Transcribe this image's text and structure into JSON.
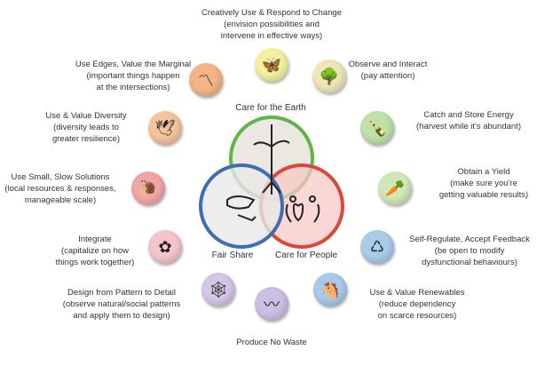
{
  "ethics": {
    "earth": "Care for the Earth",
    "fair": "Fair Share",
    "people": "Care for People"
  },
  "principles": [
    {
      "title": "Creatively Use & Respond to Change",
      "sub": [
        "(envision possibilities and",
        "intervene in effective ways)"
      ],
      "icon": "butterfly-icon",
      "color": "#f3f0a0"
    },
    {
      "title": "Observe and Interact",
      "sub": [
        "(pay attention)"
      ],
      "icon": "tree-icon",
      "color": "#eee6b8"
    },
    {
      "title": "Catch and Store Energy",
      "sub": [
        "(harvest while it's abundant)"
      ],
      "icon": "bottle-icon",
      "color": "#bfe0a8"
    },
    {
      "title": "Obtain a Yield",
      "sub": [
        "(make sure you're",
        "getting valuable results)"
      ],
      "icon": "beet-icon",
      "color": "#cfe8b8"
    },
    {
      "title": "Self-Regulate, Accept Feedback",
      "sub": [
        "(be open to modify",
        "dysfunctional behaviours)"
      ],
      "icon": "feedback-icon",
      "color": "#a8cdea"
    },
    {
      "title": "Use & Value Renewables",
      "sub": [
        "(reduce dependency",
        "on scarce resources)"
      ],
      "icon": "horse-icon",
      "color": "#a9c8ea"
    },
    {
      "title": "Produce No Waste",
      "sub": [],
      "icon": "worm-icon",
      "color": "#c9c0e3"
    },
    {
      "title": "Design from Pattern to Detail",
      "sub": [
        "(observe natural/social patterns",
        "and apply them to design)"
      ],
      "icon": "spiderweb-icon",
      "color": "#d3c6e6"
    },
    {
      "title": "Integrate",
      "sub": [
        "(capitalize on how",
        "things work together)"
      ],
      "icon": "flower-icon",
      "color": "#f4c4cc"
    },
    {
      "title": "Use Small, Slow Solutions",
      "sub": [
        "(local resources & responses,",
        "manageable scale)"
      ],
      "icon": "snail-icon",
      "color": "#f1a6a6"
    },
    {
      "title": "Use & Value Diversity",
      "sub": [
        "(diversity leads to",
        "greater resilience)"
      ],
      "icon": "bird-icon",
      "color": "#f6c49a"
    },
    {
      "title": "Use Edges, Value the Marginal",
      "sub": [
        "(important things happen",
        "at the intersections)"
      ],
      "icon": "edges-icon",
      "color": "#f3b486"
    }
  ]
}
